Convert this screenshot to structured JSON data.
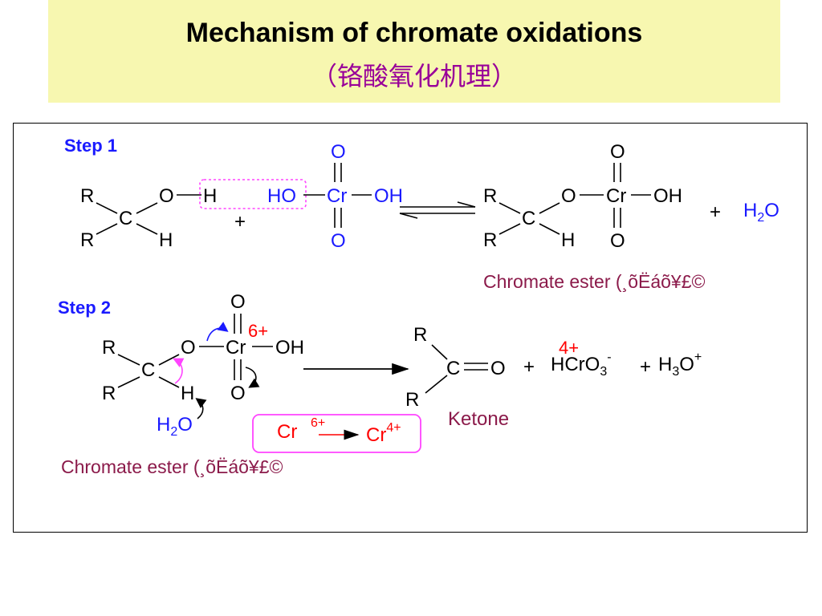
{
  "title": {
    "english": "Mechanism of  chromate oxidations",
    "chinese": "（铬酸氧化机理）"
  },
  "colors": {
    "title_bg": "#f7f7b0",
    "blue_label": "#1a1aff",
    "maroon_label": "#8b1a4a",
    "red_charge": "#ff0000",
    "magenta_box": "#ff44ff"
  },
  "step1": {
    "label": "Step 1",
    "ester_caption": "Chromate ester (¸õËáõ¥£©",
    "plus": "+",
    "water": "H",
    "water_sub": "2",
    "water_o": "O"
  },
  "step2": {
    "label": "Step 2",
    "ester_caption": "Chromate ester (¸õËáõ¥£©",
    "charge_before": "6+",
    "charge_after": "4+",
    "ketone_label": "Ketone",
    "water": "H",
    "water_sub": "2",
    "water_o": "O",
    "product_hcro3": "HCrO",
    "product_hcro3_sub": "3",
    "product_hcro3_sup": "-",
    "product_h3o": "H",
    "product_h3o_sub": "3",
    "product_h3o_o": "O",
    "product_h3o_sup": "+",
    "plus": "+",
    "cr_from": "Cr",
    "cr_from_sup": "6+",
    "cr_to": "Cr",
    "cr_to_sup": "4+"
  },
  "atoms": {
    "R": "R",
    "C": "C",
    "O": "O",
    "H": "H",
    "Cr": "Cr",
    "OH": "OH",
    "HO": "HO"
  }
}
